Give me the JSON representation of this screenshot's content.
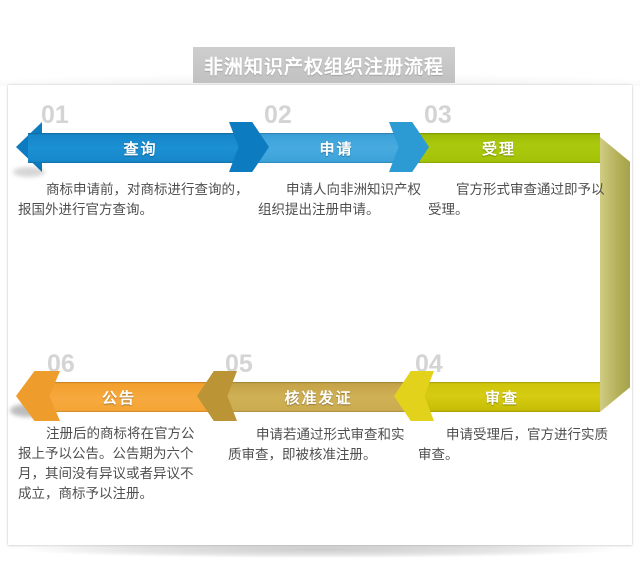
{
  "title": "非洲知识产权组织注册流程",
  "steps": [
    {
      "num": "01",
      "label": "查询",
      "desc_lines": [
        "商标申请前，对商标进行查询的，",
        "报国外进行官方查询。"
      ]
    },
    {
      "num": "02",
      "label": "申请",
      "desc_lines": [
        "申请人向非洲知识产权",
        "组织提出注册申请。"
      ]
    },
    {
      "num": "03",
      "label": "受理",
      "desc_lines": [
        "官方形式审查通过即予以",
        "受理。"
      ]
    },
    {
      "num": "04",
      "label": "审查",
      "desc_lines": [
        "申请受理后，官方进行实质",
        "审查。"
      ]
    },
    {
      "num": "05",
      "label": "核准发证",
      "desc_lines": [
        "申请若通过形式审查和实",
        "质审查，即被核准注册。"
      ]
    },
    {
      "num": "06",
      "label": "公告",
      "desc_lines": [
        "注册后的商标将在官方公",
        "报上予以公告。公告期为六个",
        "月，其间没有异议或者异议不",
        "成立，商标予以注册。"
      ]
    }
  ],
  "colors": {
    "title_bar_bg": "#cecece",
    "blue_dark": "#1484c6",
    "blue_light": "#38a0d8",
    "green": "#9cb903",
    "yellow": "#cdc40a",
    "gold": "#c3a246",
    "orange": "#f29f2b",
    "strip": "#d0cc84",
    "number_gray": "#d4d4d4",
    "text_gray": "#4f4f4f"
  }
}
